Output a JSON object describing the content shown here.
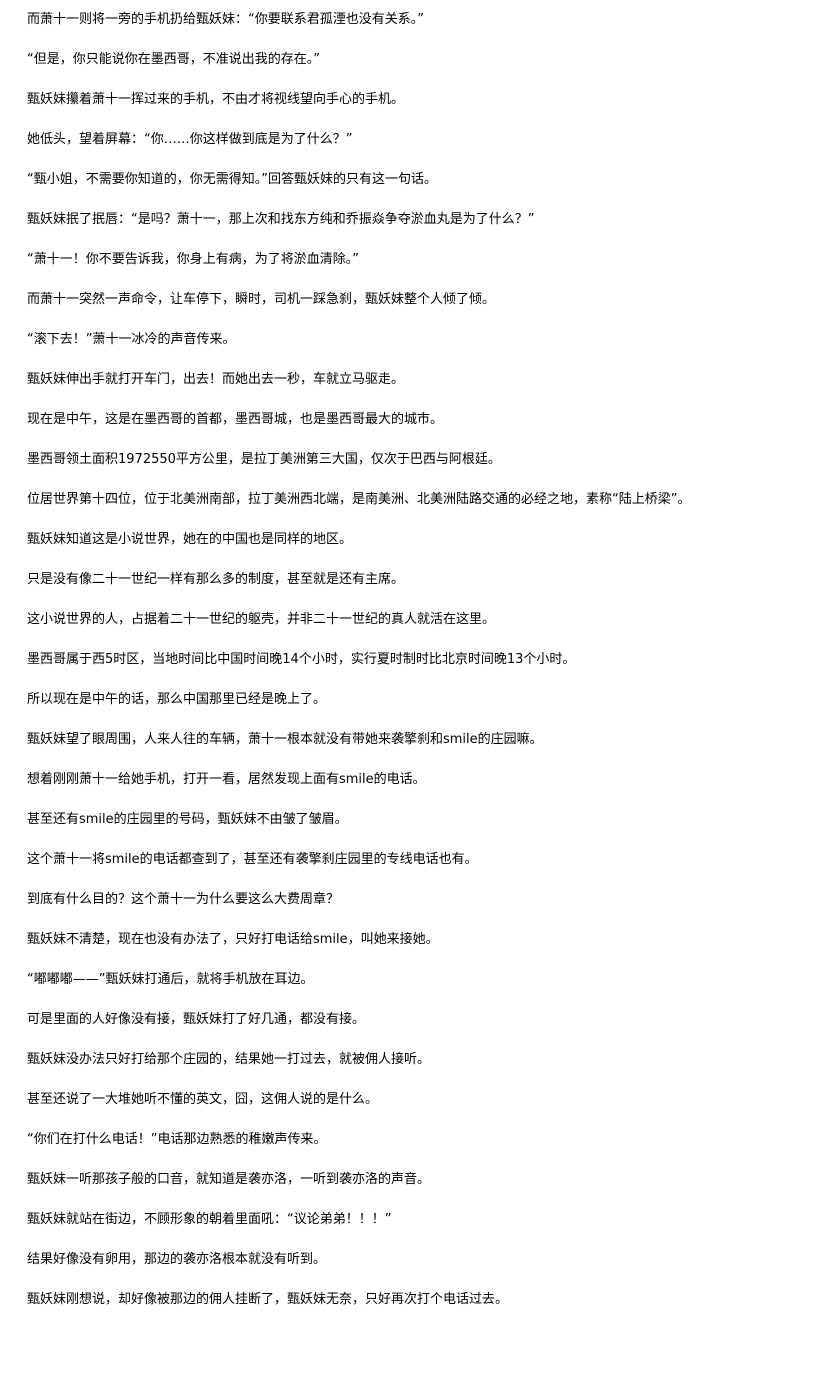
{
  "lines": [
    "而萧十一则将一旁的手机扔给甄妖妹：“你要联系君孤湮也没有关系。”",
    "“但是，你只能说你在墨西哥，不准说出我的存在。”",
    "甄妖妹攥着萧十一挥过来的手机，不由才将视线望向手心的手机。",
    "她低头，望着屏幕：“你……你这样做到底是为了什么？”",
    "“甄小姐，不需要你知道的，你无需得知。”回答甄妖妹的只有这一句话。",
    "甄妖妹抿了抿唇：“是吗？萧十一，那上次和找东方纯和乔振焱争夺淤血丸是为了什么？”",
    "“萧十一！你不要告诉我，你身上有病，为了将淤血清除。”",
    "而萧十一突然一声命令，让车停下，瞬时，司机一踩急刹，甄妖妹整个人倾了倾。",
    "“滚下去！”萧十一冰冷的声音传来。",
    "甄妖妹伸出手就打开车门，出去！而她出去一秒，车就立马驱走。",
    "现在是中午，这是在墨西哥的首都，墨西哥城，也是墨西哥最大的城市。",
    "墨西哥领土面积1972550平方公里，是拉丁美洲第三大国，仅次于巴西与阿根廷。",
    "位居世界第十四位，位于北美洲南部，拉丁美洲西北端，是南美洲、北美洲陆路交通的必经之地，素称“陆上桥梁”。",
    "甄妖妹知道这是小说世界，她在的中国也是同样的地区。",
    "只是没有像二十一世纪一样有那么多的制度，甚至就是还有主席。",
    "这小说世界的人，占据着二十一世纪的躯壳，并非二十一世纪的真人就活在这里。",
    "墨西哥属于西5时区，当地时间比中国时间晚14个小时，实行夏时制时比北京时间晚13个小时。",
    "所以现在是中午的话，那么中国那里已经是晚上了。",
    "甄妖妹望了眼周围，人来人往的车辆，萧十一根本就没有带她来袭擎刹和smile的庄园嘛。",
    "想着刚刚萧十一给她手机，打开一看，居然发现上面有smile的电话。",
    "甚至还有smile的庄园里的号码，甄妖妹不由皱了皱眉。",
    "这个萧十一将smile的电话都查到了，甚至还有袭擎刹庄园里的专线电话也有。",
    "到底有什么目的？这个萧十一为什么要这么大费周章？",
    "甄妖妹不清楚，现在也没有办法了，只好打电话给smile，叫她来接她。",
    "“嘟嘟嘟——”甄妖妹打通后，就将手机放在耳边。",
    "可是里面的人好像没有接，甄妖妹打了好几通，都没有接。",
    "甄妖妹没办法只好打给那个庄园的，结果她一打过去，就被佣人接听。",
    "甚至还说了一大堆她听不懂的英文，囧，这佣人说的是什么。",
    "“你们在打什么电话！”电话那边熟悉的稚嫩声传来。",
    "甄妖妹一听那孩子般的口音，就知道是袭亦洛，一听到袭亦洛的声音。",
    "甄妖妹就站在街边，不顾形象的朝着里面吼：“议论弟弟！！！”",
    "结果好像没有卵用，那边的袭亦洛根本就没有听到。",
    "甄妖妹刚想说，却好像被那边的佣人挂断了，甄妖妹无奈，只好再次打个电话过去。"
  ]
}
